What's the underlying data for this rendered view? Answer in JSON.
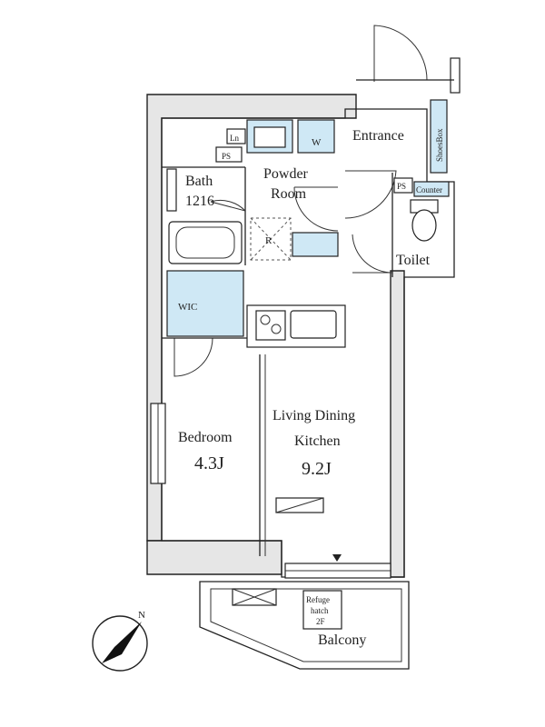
{
  "rooms": {
    "entrance": "Entrance",
    "shoesbox": "ShoesBox",
    "w": "W",
    "ln": "Ln",
    "ps_top": "PS",
    "bath": "Bath",
    "bath_size": "1216",
    "powder_room_1": "Powder",
    "powder_room_2": "Room",
    "r": "R",
    "ps_right": "PS",
    "counter": "Counter",
    "toilet": "Toilet",
    "wic": "WIC",
    "bedroom": "Bedroom",
    "bedroom_size": "4.3J",
    "ldk_1": "Living Dining",
    "ldk_2": "Kitchen",
    "ldk_size": "9.2J",
    "refuge_1": "Refuge",
    "refuge_2": "hatch",
    "refuge_3": "2F",
    "balcony": "Balcony"
  },
  "compass": {
    "north": "N"
  },
  "colors": {
    "accent_fill": "#cfe8f5",
    "wall_fill": "#e6e6e6"
  }
}
